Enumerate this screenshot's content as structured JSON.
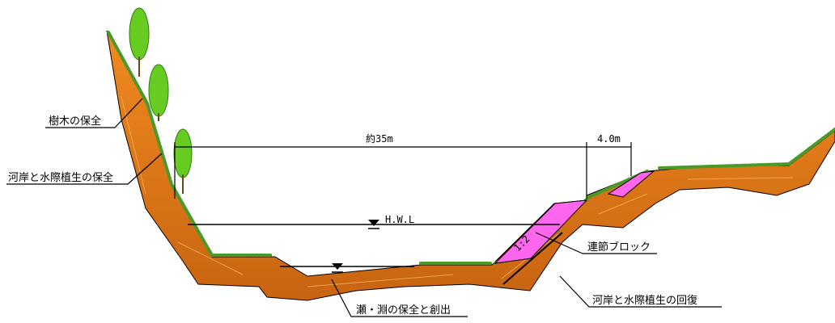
{
  "labels": {
    "tree_conservation": "樹木の保全",
    "bank_veg_conservation": "河岸と水際植生の保全",
    "block": "連節ブロック",
    "bank_veg_recovery": "河岸と水際植生の回復",
    "riffle_pool": "瀬・淵の保全と創出"
  },
  "dimensions": {
    "width_total": "約35m",
    "width_berm": "4.0m"
  },
  "water": {
    "hwl": "H.W.L"
  },
  "slope": {
    "ratio": "1:2"
  },
  "colors": {
    "earth": "#e07a10",
    "earth_light": "#f0a040",
    "vegetation": "#4a9a2a",
    "tree": "#66cc22",
    "block": "#ff66ee",
    "line": "#000000"
  }
}
